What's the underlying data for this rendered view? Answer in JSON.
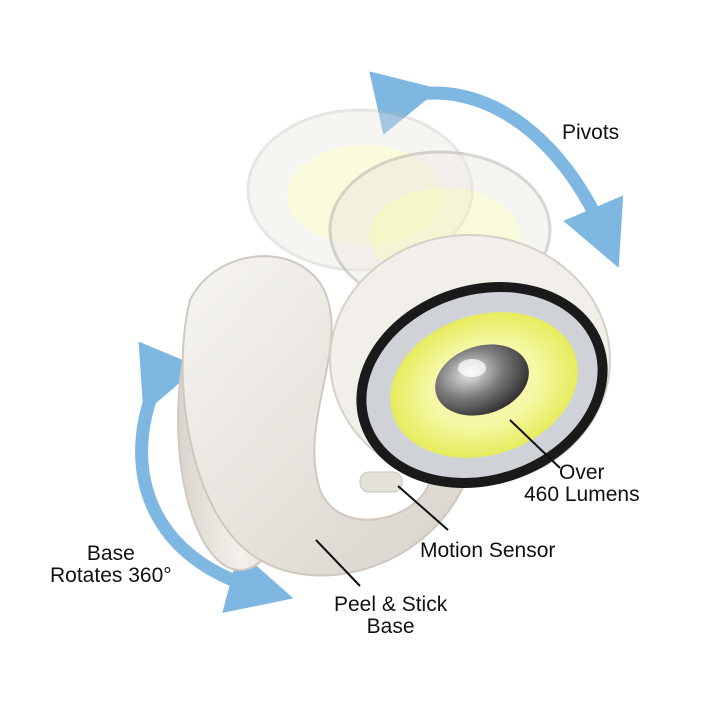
{
  "labels": {
    "pivots": "Pivots",
    "lumens": [
      "Over",
      "460 Lumens"
    ],
    "motion_sensor": "Motion Sensor",
    "base_rotates": [
      "Base",
      "Rotates 360°"
    ],
    "peel_stick": [
      "Peel & Stick",
      "Base"
    ]
  },
  "colors": {
    "arrow_blue": "#7fb7e3",
    "housing_white": "#efebe6",
    "cob_yellow": "#eef27a",
    "trim_black": "#1a1a1a",
    "sensor_grey": "#6d6d6d"
  }
}
